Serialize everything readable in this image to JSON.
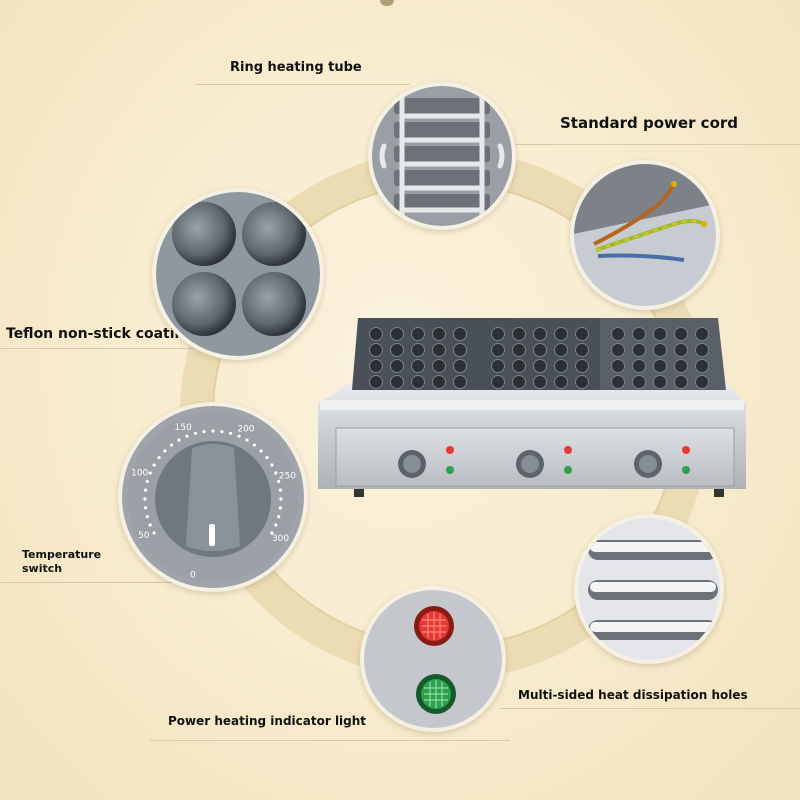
{
  "labels": {
    "ring_heating_tube": "Ring heating tube",
    "standard_power_cord": "Standard power cord",
    "teflon_coating": "Teflon non-stick coating",
    "temperature_switch_line1": "Temperature",
    "temperature_switch_line2": "switch",
    "heat_dissipation": "Multi-sided heat dissipation holes",
    "indicator_light": "Power heating indicator light"
  },
  "dial": {
    "scale": [
      "0",
      "50",
      "100",
      "150",
      "200",
      "250",
      "300"
    ]
  },
  "colors": {
    "background": "#f7ebcd",
    "ring": "#ecdcb4",
    "indicator_red": "#e53935",
    "indicator_green": "#2e9e4f",
    "steel": "#c9ccd0"
  }
}
